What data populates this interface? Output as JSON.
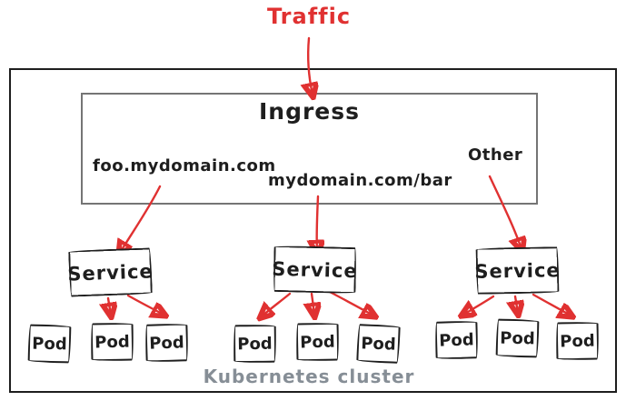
{
  "diagram": {
    "traffic_label": "Traffic",
    "ingress": {
      "title": "Ingress",
      "rules": [
        {
          "label": "foo.mydomain.com"
        },
        {
          "label": "mydomain.com/bar"
        },
        {
          "label": "Other"
        }
      ]
    },
    "services": [
      {
        "label": "Service",
        "pods": [
          "Pod",
          "Pod",
          "Pod"
        ]
      },
      {
        "label": "Service",
        "pods": [
          "Pod",
          "Pod",
          "Pod"
        ]
      },
      {
        "label": "Service",
        "pods": [
          "Pod",
          "Pod",
          "Pod"
        ]
      }
    ],
    "cluster_label": "Kubernetes cluster",
    "colors": {
      "arrow_red": "#e03131",
      "stroke_black": "#1e1e1e",
      "cluster_label_gray": "#868e96",
      "ingress_border_gray": "#757575",
      "background": "#ffffff"
    }
  }
}
